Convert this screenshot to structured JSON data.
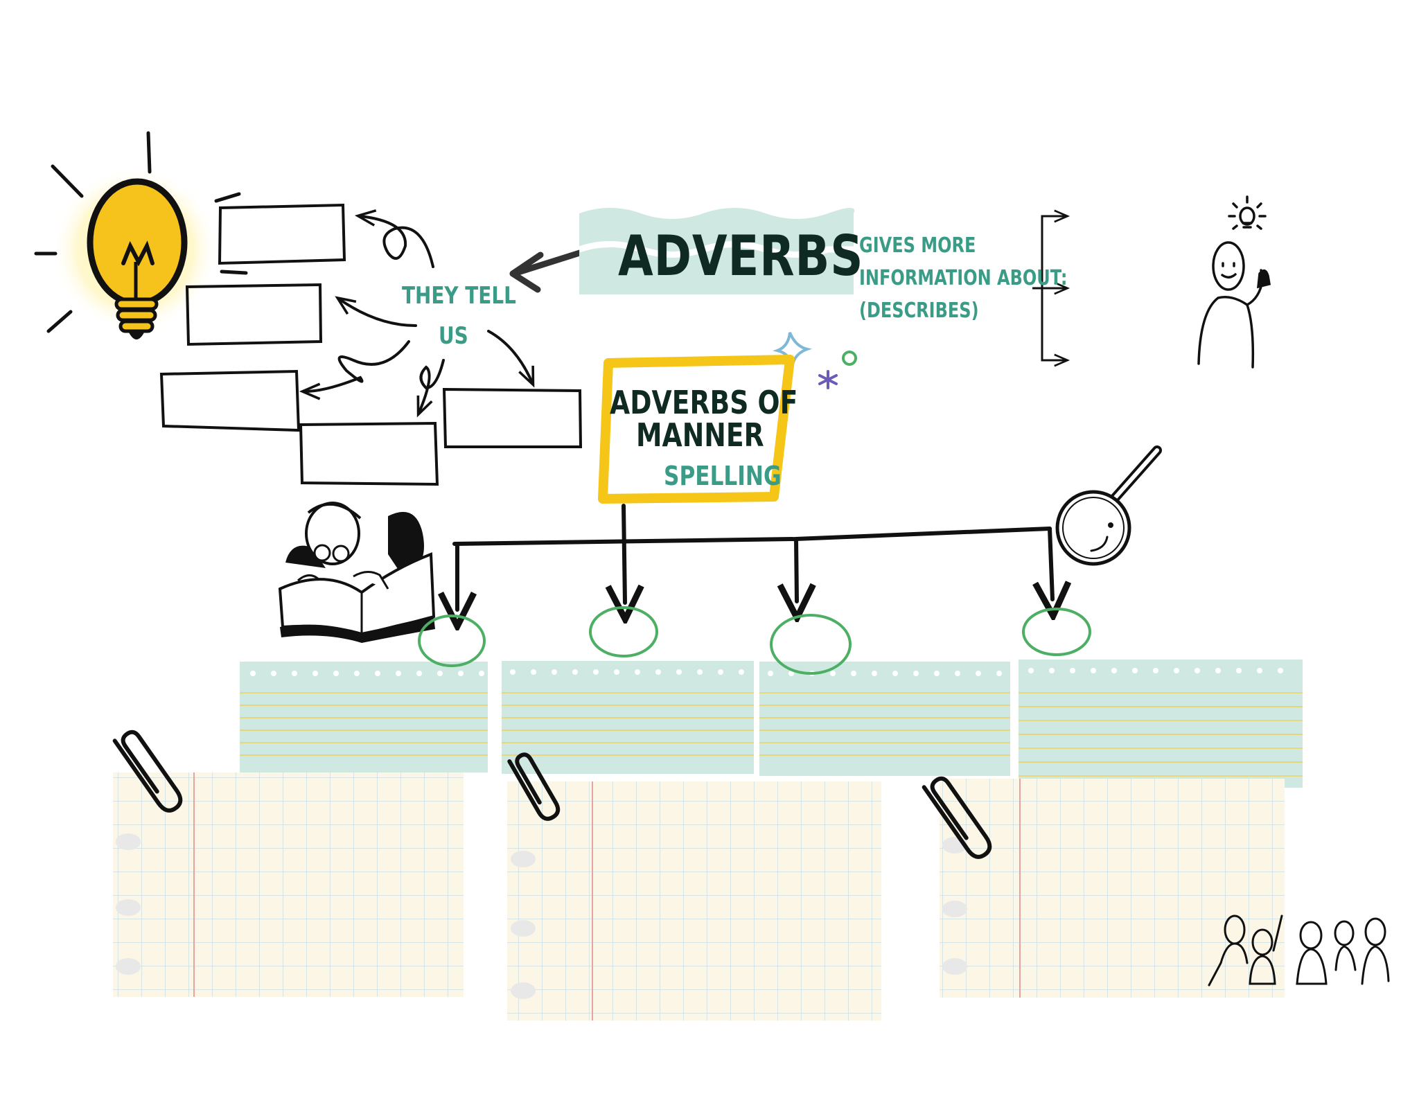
{
  "title": "ADVERBS",
  "they_tell": {
    "line1": "THEY TELL",
    "line2": "US"
  },
  "gives_more": {
    "line1": "GIVES MORE",
    "line2": "INFORMATION ABOUT:",
    "line3": "(DESCRIBES)"
  },
  "manner_box": {
    "line1": "ADVERBS OF",
    "line2": "MANNER",
    "sub": "SPELLING"
  },
  "colors": {
    "dark_text": "#0f2a22",
    "teal_text": "#3a9c86",
    "mint_band": "#cfe9e2",
    "yellow_frame": "#f5c518",
    "green_circle": "#4caf63",
    "grid_paper": "#fbf6e6",
    "grid_line": "#c9dde6",
    "note_line": "#e7d77a"
  },
  "icons": [
    "lightbulb-icon",
    "idea-person-icon",
    "reading-man-icon",
    "magnifier-icon",
    "paperclip-icon",
    "people-group-icon",
    "sparkle-icon"
  ]
}
